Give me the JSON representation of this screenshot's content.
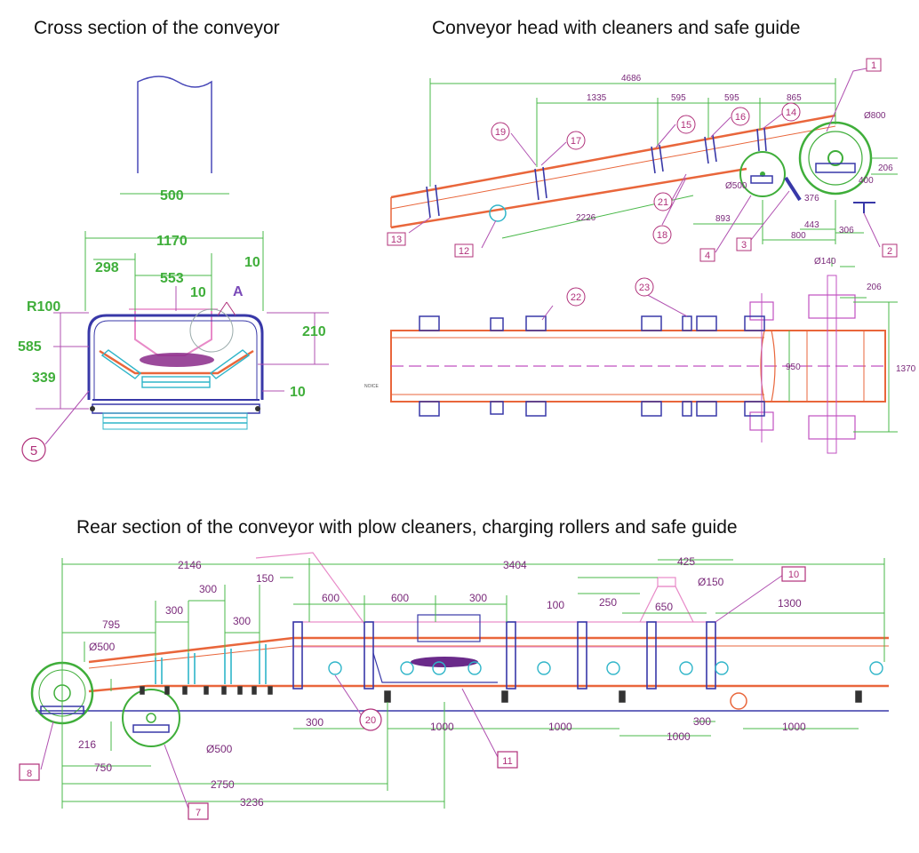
{
  "titles": {
    "cross_section": "Cross section of the conveyor",
    "head": "Conveyor head with cleaners and safe guide",
    "rear": "Rear section of the conveyor with plow cleaners, charging rollers and safe guide"
  },
  "cross_section": {
    "dims": [
      "500",
      "1170",
      "298",
      "553",
      "10",
      "10",
      "R100",
      "585",
      "339",
      "210",
      "10"
    ],
    "detail_label": "A",
    "callout": "5"
  },
  "head": {
    "dims": [
      "4686",
      "1335",
      "595",
      "595",
      "865",
      "Ø800",
      "206",
      "400",
      "376",
      "Ø500",
      "893",
      "443",
      "800",
      "306",
      "2226"
    ],
    "callouts": [
      "1",
      "19",
      "17",
      "15",
      "16",
      "14",
      "21",
      "18",
      "12",
      "13",
      "4",
      "3",
      "2"
    ]
  },
  "plan": {
    "dims": [
      "Ø140",
      "206",
      "950",
      "1370"
    ],
    "callouts": [
      "22",
      "23"
    ],
    "small_note": "NOICE"
  },
  "rear": {
    "dims": [
      "2146",
      "3404",
      "425",
      "150",
      "Ø150",
      "600",
      "600",
      "300",
      "300",
      "300",
      "795",
      "300",
      "100",
      "250",
      "650",
      "1300",
      "Ø500",
      "216",
      "750",
      "Ø500",
      "300",
      "1000",
      "1000",
      "1000",
      "300",
      "1000",
      "2750",
      "3236"
    ],
    "callouts": [
      "10",
      "20",
      "11",
      "8",
      "7"
    ]
  },
  "colors": {
    "dimension_green": "#3fae3a",
    "belt_orange": "#e9663b",
    "frame_blue": "#3838a8",
    "callout_magenta": "#b0307a",
    "guide_pink": "#e88ac8",
    "roller_cyan": "#2fb5c9"
  }
}
